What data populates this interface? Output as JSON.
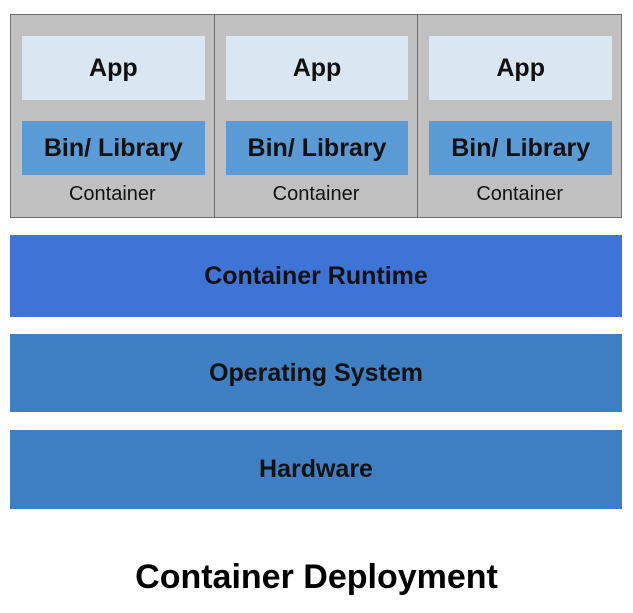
{
  "containers": [
    {
      "app_label": "App",
      "library_label": "Bin/ Library",
      "container_label": "Container"
    },
    {
      "app_label": "App",
      "library_label": "Bin/ Library",
      "container_label": "Container"
    },
    {
      "app_label": "App",
      "library_label": "Bin/ Library",
      "container_label": "Container"
    }
  ],
  "layers": {
    "runtime": "Container Runtime",
    "os": "Operating System",
    "hardware": "Hardware"
  },
  "title": "Container Deployment",
  "colors": {
    "container_background": "#c0c0c0",
    "app_fill": "#dbe6f3",
    "library_fill": "#5b9bd5",
    "runtime_fill": "#3e74d6",
    "os_fill": "#3d7fc2",
    "hardware_fill": "#3d7fc2"
  }
}
